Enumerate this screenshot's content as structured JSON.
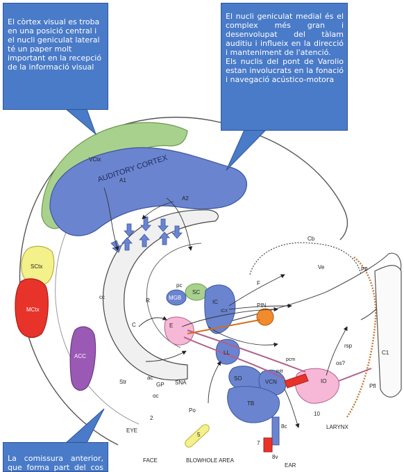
{
  "callouts": {
    "visual": "El còrtex visual es troba en una posició central i el nucli geniculat lateral té un paper molt important en la recepció de la informació visual",
    "auditory_p1": "El nucli geniculat medial és el complex més gran i desenvolupat del tàlam auditiu i influeix en la direcció i manteniment de l'atenció.",
    "auditory_p2": "Els nuclis del pont de Varolio estan involucrats en la fonació i navegació acústico-motora",
    "commissure": "La comissura anterior, que forma part del cos callós, és"
  },
  "regions": {
    "vctx": "VCtx",
    "auditory_cortex": "AUDITORY CORTEX",
    "a1": "A1",
    "a2": "A2",
    "sctx": "SCtx",
    "mctx": "MCtx",
    "acc": "ACC",
    "cc": "cc",
    "str": "Str",
    "mgb": "MGB",
    "sc": "SC",
    "pc": "pc",
    "r": "R",
    "c": "C",
    "e": "E",
    "ic": "IC",
    "icx": "ICX",
    "ll": "LL",
    "so": "SO",
    "vcn": "VCN",
    "io": "IO",
    "tb": "TB",
    "pin": "PIN",
    "f": "F",
    "cb": "Cb",
    "ve": "Ve",
    "pfl_top": "Pfl",
    "pfl_bottom": "Pfl",
    "rsp": "rsp",
    "c1": "C1",
    "os": "os?",
    "mtt": "mtt",
    "pcm": "pcm",
    "ac": "ac",
    "gp": "GP",
    "sna": "SNA",
    "oc": "oc",
    "po": "Po",
    "n2": "2",
    "n5": "5",
    "n7": "7",
    "n8c": "8c",
    "n8v": "8v",
    "n10": "10"
  },
  "labels": {
    "eye": "EYE",
    "face": "FACE",
    "blowhole": "BLOWHOLE AREA",
    "ear": "EAR",
    "larynx": "LARYNX"
  }
}
